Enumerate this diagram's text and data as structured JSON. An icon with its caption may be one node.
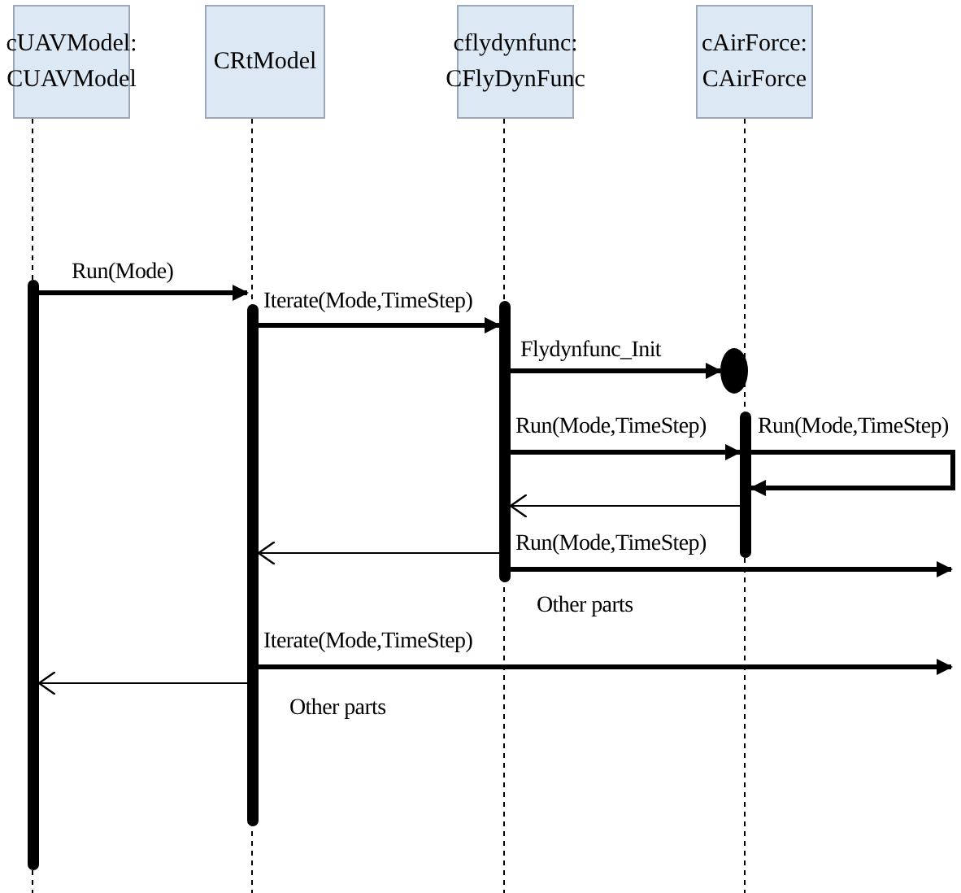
{
  "diagram": {
    "nodes": [
      {
        "text": [
          "cUAVModel: CUAVModel"
        ]
      },
      {
        "text": [
          "CRtModel"
        ]
      },
      {
        "text": [
          "cflydynfunc: CFlyDynFunc"
        ]
      },
      {
        "text": [
          "cAirForce: CAirForce"
        ]
      },
      {
        "text": [],
        "shape": "bar"
      },
      {
        "text": [],
        "shape": "bar"
      },
      {
        "text": [],
        "shape": "bar"
      },
      {
        "text": [],
        "shape": "circle"
      },
      {
        "text": [],
        "shape": "bar"
      }
    ],
    "edges": [
      {
        "from": 4,
        "to": 5,
        "arrow": "to",
        "label": "Run(Mode)"
      },
      {
        "from": 5,
        "to": 6,
        "arrow": "to",
        "label": "Iterate(Mode,TimeStep)"
      },
      {
        "from": 6,
        "to": 7,
        "arrow": "to",
        "label": "Flydynfunc_Init"
      },
      {
        "from": 6,
        "to": 8,
        "arrow": "to",
        "label": "Run(Mode,TimeStep)"
      },
      {
        "from": 8,
        "to": 8,
        "arrow": "to",
        "label": "Run(Mode,TimeStep)"
      },
      {
        "from": 8,
        "to": 6,
        "arrow": "to"
      },
      {
        "from": 6,
        "to": 5,
        "arrow": "to"
      },
      {
        "from": 6,
        "to": null,
        "arrow": "to",
        "label": "Run(Mode,TimeStep)"
      },
      {
        "from": 5,
        "to": null,
        "arrow": "to",
        "label": "Iterate(Mode,TimeStep)"
      },
      {
        "from": 5,
        "to": 4,
        "arrow": "to"
      }
    ],
    "labels": [
      "Other parts",
      "Other parts"
    ]
  }
}
